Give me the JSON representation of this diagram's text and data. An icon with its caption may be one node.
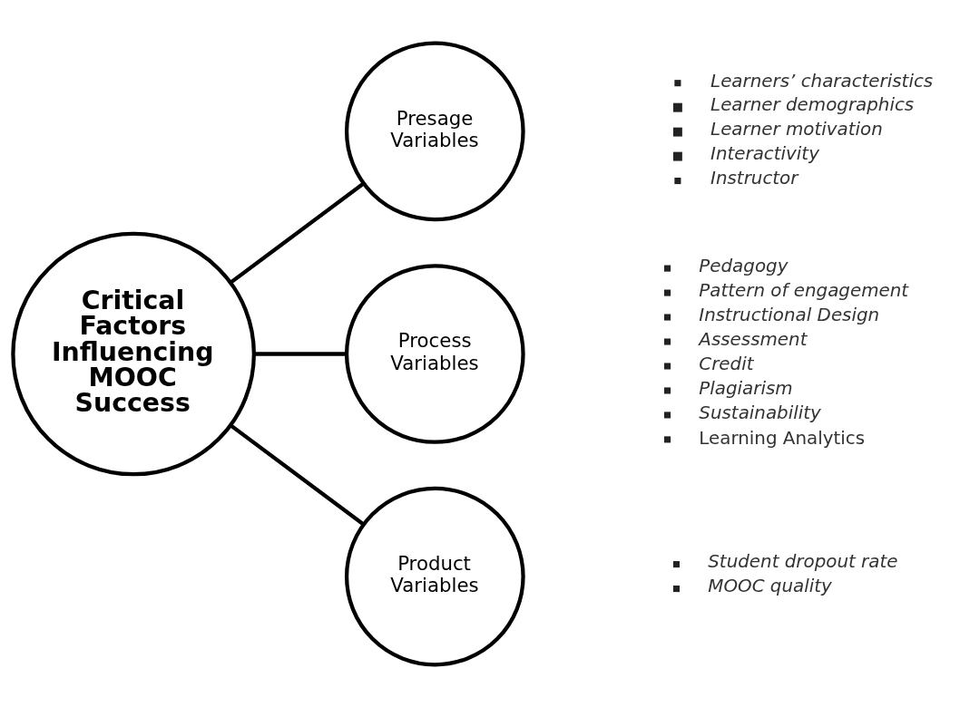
{
  "diagram": {
    "nodes": [
      {
        "text": [
          "Critical Factors Influencing MOOC Success"
        ]
      },
      {
        "text": [
          "Presage Variables"
        ],
        "beside": [
          "Learners’ characteristics",
          "Learner demographics",
          "Learner motivation",
          "Interactivity",
          "Instructor"
        ]
      },
      {
        "text": [
          "Process Variables"
        ],
        "beside": [
          "Pedagogy",
          "Pattern of engagement",
          "Instructional Design",
          "Assessment",
          "Credit",
          "Plagiarism",
          "Sustainability",
          "Learning Analytics"
        ]
      },
      {
        "text": [
          "Product Variables"
        ],
        "beside": [
          "Student dropout rate",
          "MOOC quality"
        ]
      }
    ],
    "edges": [
      {
        "from": 0,
        "to": 1,
        "arrow": "none"
      },
      {
        "from": 0,
        "to": 2,
        "arrow": "none"
      },
      {
        "from": 0,
        "to": 3,
        "arrow": "none"
      }
    ]
  }
}
